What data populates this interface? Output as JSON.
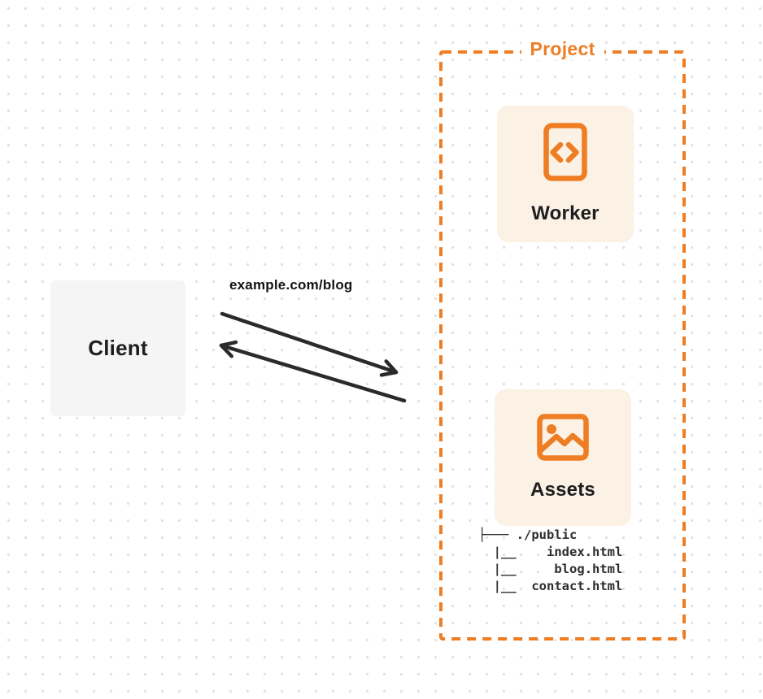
{
  "colors": {
    "accent_orange": "#ee7d23",
    "card_peach": "#fbf1e5",
    "client_gray": "#f5f5f6",
    "arrow_dark": "#2a2a2a",
    "dot_grid": "#e1e1e4"
  },
  "client": {
    "label": "Client"
  },
  "request": {
    "label": "example.com/blog"
  },
  "project": {
    "label": "Project",
    "worker": {
      "label": "Worker",
      "icon": "code-document-icon"
    },
    "assets": {
      "label": "Assets",
      "icon": "image-icon",
      "file_tree": "├─── ./public\n  |__    index.html\n  |__     blog.html\n  |__  contact.html"
    }
  }
}
